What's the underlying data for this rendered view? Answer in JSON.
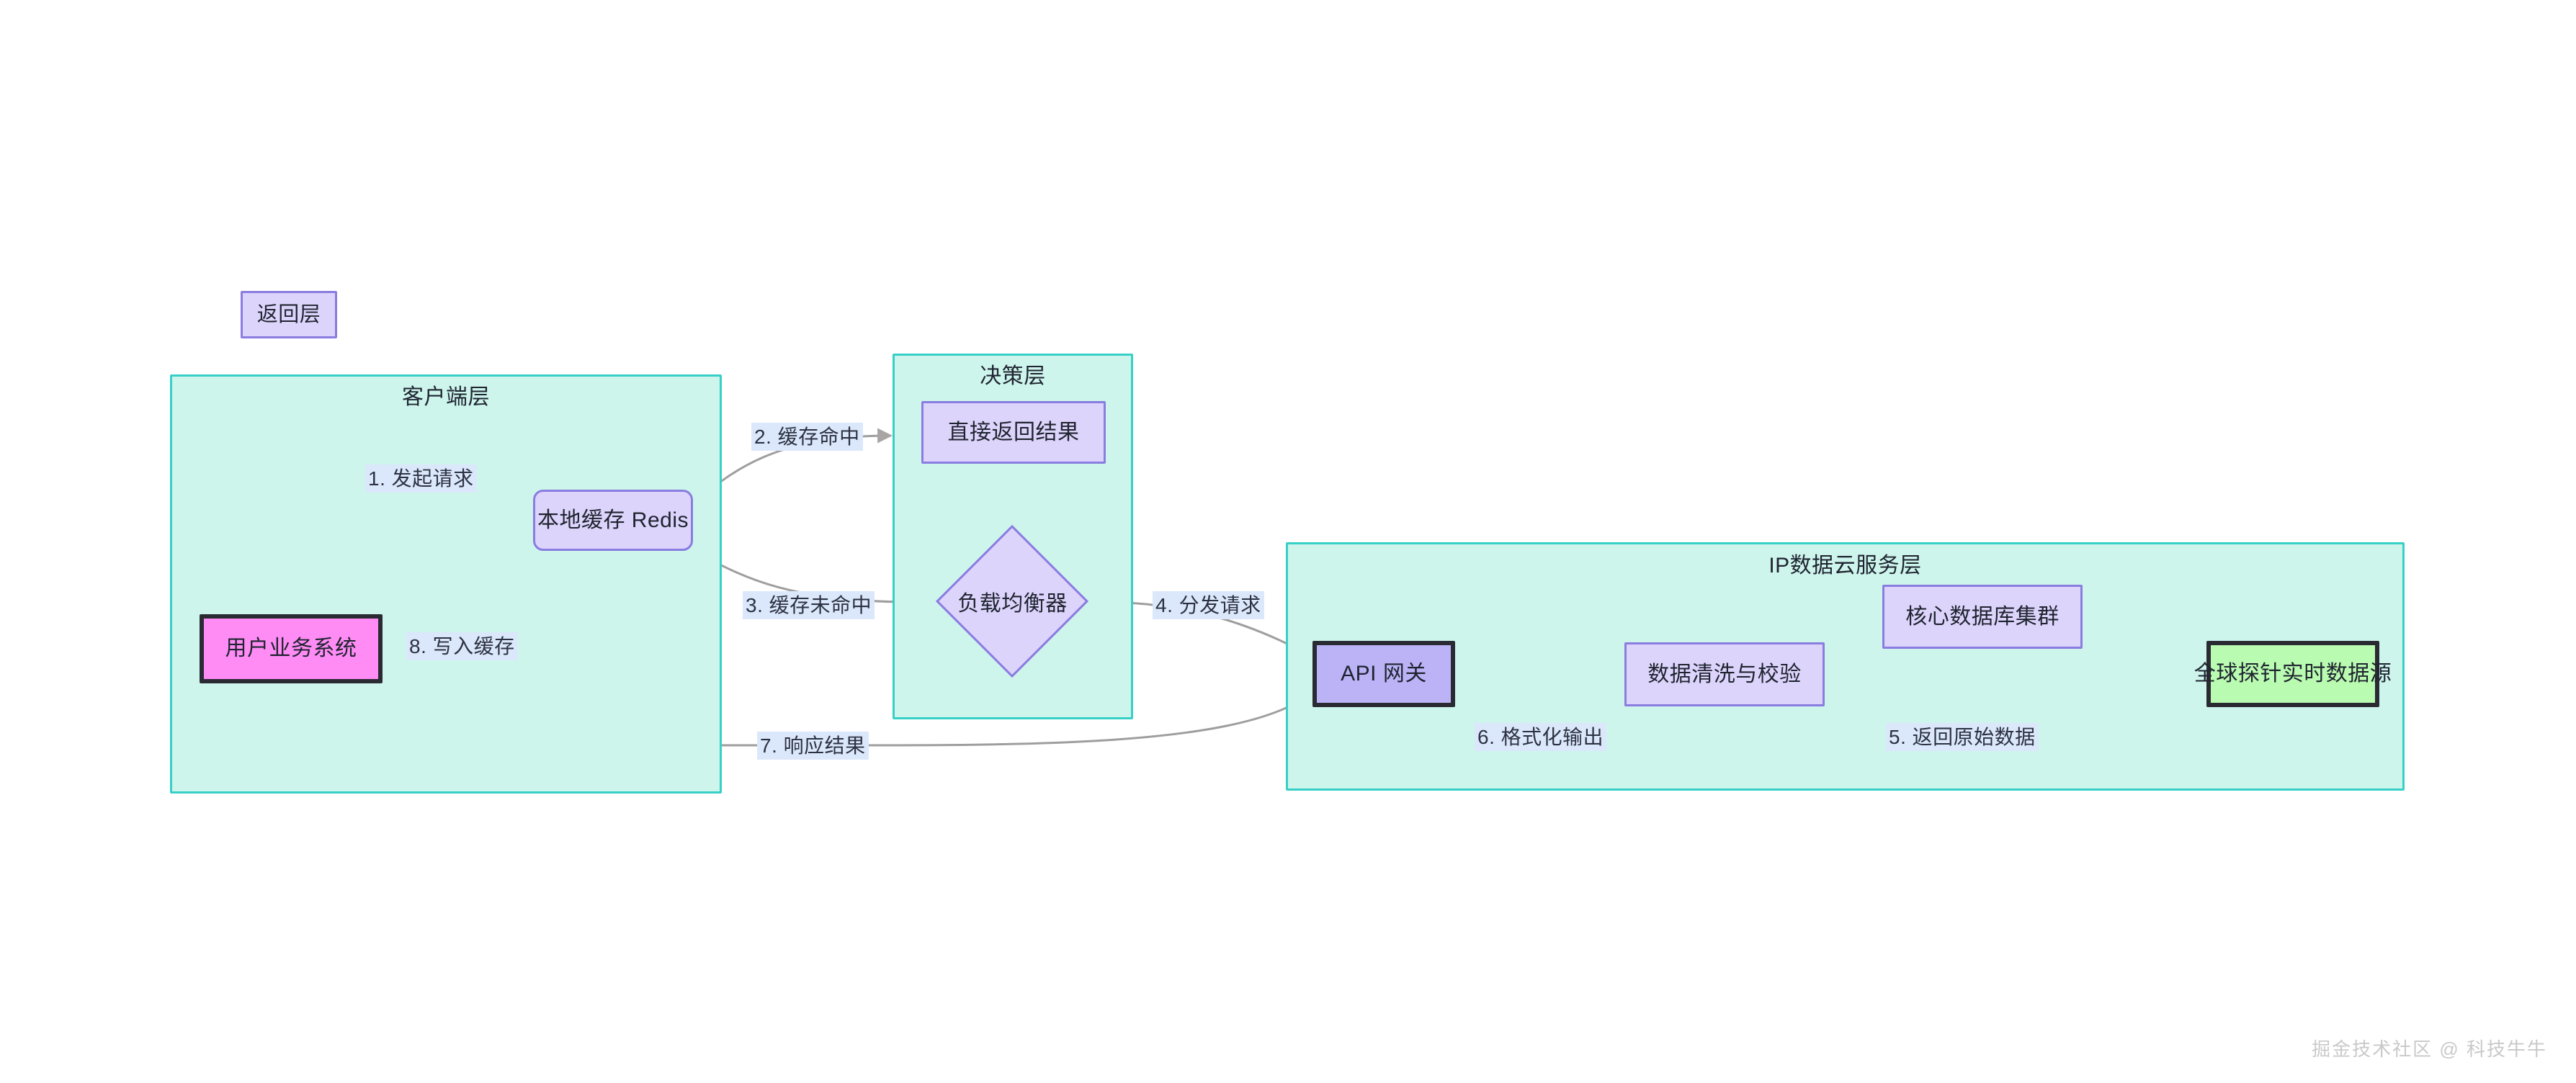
{
  "diagram": {
    "type": "flowchart",
    "title_watermark": "掘金技术社区 @ 科技牛牛",
    "clusters": [
      {
        "id": "client",
        "label": "客户端层"
      },
      {
        "id": "decision",
        "label": "决策层"
      },
      {
        "id": "ipcloud",
        "label": "IP数据云服务层"
      }
    ],
    "nodes": [
      {
        "id": "return_layer",
        "label": "返回层",
        "shape": "rect",
        "style": "process",
        "cluster": null
      },
      {
        "id": "user_system",
        "label": "用户业务系统",
        "shape": "rect",
        "style": "pink",
        "cluster": "client"
      },
      {
        "id": "redis_cache",
        "label": "本地缓存 Redis",
        "shape": "rounded",
        "style": "round",
        "cluster": "client"
      },
      {
        "id": "direct_return",
        "label": "直接返回结果",
        "shape": "rect",
        "style": "process",
        "cluster": "decision"
      },
      {
        "id": "load_balancer",
        "label": "负载均衡器",
        "shape": "diamond",
        "style": "process",
        "cluster": "decision"
      },
      {
        "id": "api_gateway",
        "label": "API 网关",
        "shape": "rect",
        "style": "dark",
        "cluster": "ipcloud"
      },
      {
        "id": "data_clean",
        "label": "数据清洗与校验",
        "shape": "rect",
        "style": "process",
        "cluster": "ipcloud"
      },
      {
        "id": "core_db",
        "label": "核心数据库集群",
        "shape": "rect",
        "style": "process",
        "cluster": "ipcloud"
      },
      {
        "id": "global_probe",
        "label": "全球探针实时数据源",
        "shape": "rect",
        "style": "green",
        "cluster": "ipcloud"
      }
    ],
    "edges": [
      {
        "from": "user_system",
        "to": "redis_cache",
        "label": "1. 发起请求"
      },
      {
        "from": "redis_cache",
        "to": "direct_return",
        "label": "2. 缓存命中"
      },
      {
        "from": "redis_cache",
        "to": "load_balancer",
        "label": "3. 缓存未命中"
      },
      {
        "from": "load_balancer",
        "to": "api_gateway",
        "label": "4. 分发请求"
      },
      {
        "from": "global_probe",
        "to": "data_clean",
        "label": "5. 返回原始数据"
      },
      {
        "from": "data_clean",
        "to": "api_gateway",
        "label": "6. 格式化输出"
      },
      {
        "from": "api_gateway",
        "to": "user_system",
        "label": "7. 响应结果"
      },
      {
        "from": "user_system",
        "to": "redis_cache",
        "label": "8. 写入缓存"
      },
      {
        "from": "api_gateway",
        "to": "data_clean",
        "label": ""
      },
      {
        "from": "data_clean",
        "to": "core_db",
        "label": ""
      },
      {
        "from": "core_db",
        "to": "global_probe",
        "label": ""
      }
    ],
    "colors": {
      "cluster_fill": "#cdf5ec",
      "cluster_stroke": "#37d0c6",
      "process_fill": "#ddd4fb",
      "process_stroke": "#8a7ce0",
      "highlight_pink": "#ff8cf5",
      "highlight_green": "#b9fbb0",
      "highlight_dark_fill": "#bcb3f7",
      "highlight_stroke": "#2a2a33",
      "edge_stroke": "#9e9e9e",
      "edge_label_bg": "#dbe8fb",
      "text": "#1f2430"
    }
  }
}
